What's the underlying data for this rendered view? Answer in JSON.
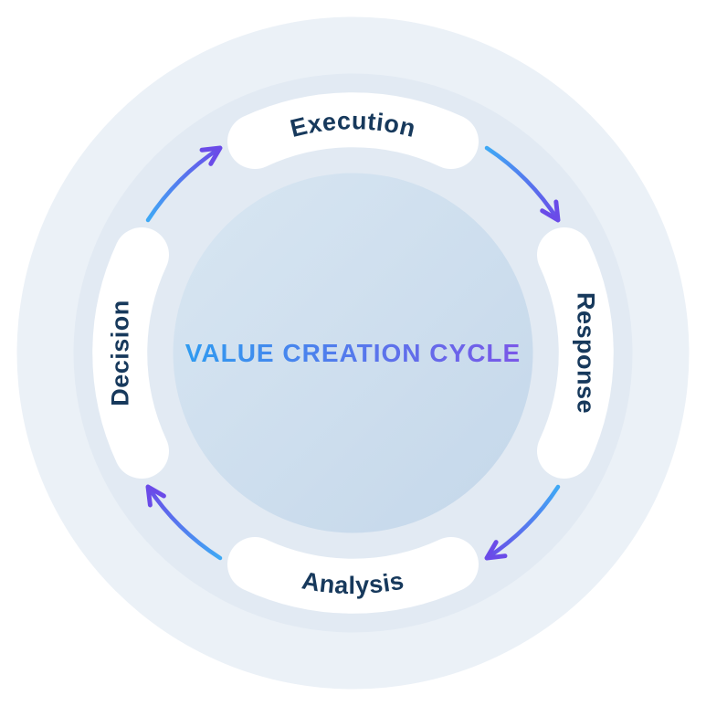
{
  "diagram": {
    "title": "VALUE CREATION CYCLE",
    "flow_direction": "clockwise",
    "stages": [
      {
        "label": "Execution",
        "position": "top"
      },
      {
        "label": "Response",
        "position": "right"
      },
      {
        "label": "Analysis",
        "position": "bottom"
      },
      {
        "label": "Decision",
        "position": "left"
      }
    ],
    "colors": {
      "title_gradient_start": "#2f9bf0",
      "title_gradient_end": "#7a57e8",
      "arrow_gradient_start": "#3fa9f5",
      "arrow_gradient_end": "#6a4be8",
      "stage_label": "#17395c",
      "stage_pill_bg": "#ffffff",
      "ring_outer": "#ebf1f7",
      "ring_mid": "#e2eaf3",
      "center_circle_start": "#d8e6f2",
      "center_circle_end": "#c4d7ea"
    }
  }
}
